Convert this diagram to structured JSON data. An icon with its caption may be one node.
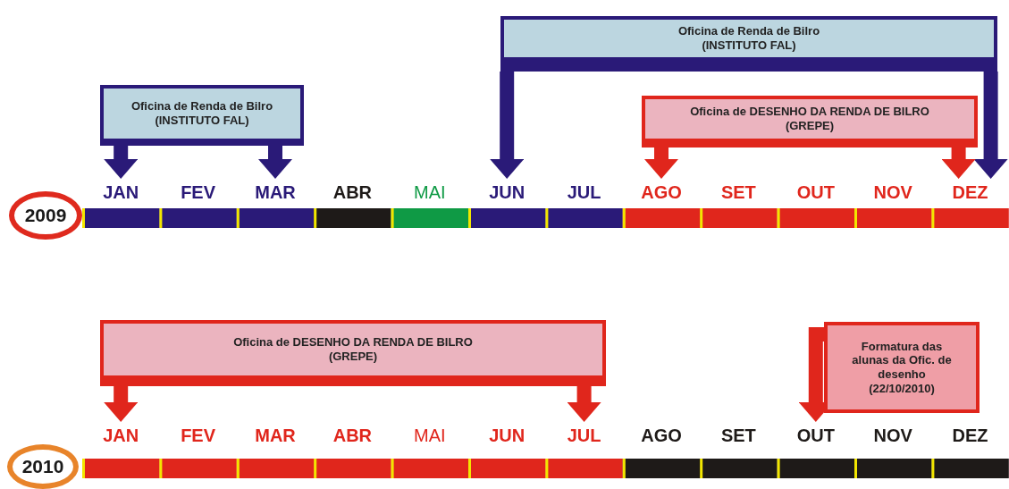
{
  "diagram": {
    "nodes": [
      {
        "text": [
          "Oficina de Renda de Bilro",
          "(INSTITUTO FAL)"
        ]
      },
      {
        "text": [
          "Oficina de Renda de Bilro",
          "(INSTITUTO FAL)"
        ]
      },
      {
        "text": [
          "Oficina de DESENHO DA RENDA DE BILRO",
          "(GREPE)"
        ]
      },
      {
        "text": [
          "2009"
        ]
      },
      {
        "text": [
          "JAN"
        ]
      },
      {
        "text": [
          "FEV"
        ]
      },
      {
        "text": [
          "MAR"
        ]
      },
      {
        "text": [
          "ABR"
        ]
      },
      {
        "text": [
          "MAI"
        ]
      },
      {
        "text": [
          "JUN"
        ]
      },
      {
        "text": [
          "JUL"
        ]
      },
      {
        "text": [
          "AGO"
        ]
      },
      {
        "text": [
          "SET"
        ]
      },
      {
        "text": [
          "OUT"
        ]
      },
      {
        "text": [
          "NOV"
        ]
      },
      {
        "text": [
          "DEZ"
        ]
      },
      {
        "text": [
          "Oficina de DESENHO DA RENDA DE BILRO",
          "(GREPE)"
        ]
      },
      {
        "text": [
          "Formatura das alunas da Ofic. de desenho (22/10/2010)"
        ]
      },
      {
        "text": [
          "2010"
        ]
      },
      {
        "text": [
          "JAN"
        ]
      },
      {
        "text": [
          "FEV"
        ]
      },
      {
        "text": [
          "MAR"
        ]
      },
      {
        "text": [
          "ABR"
        ]
      },
      {
        "text": [
          "MAI"
        ]
      },
      {
        "text": [
          "JUN"
        ]
      },
      {
        "text": [
          "JUL"
        ]
      },
      {
        "text": [
          "AGO"
        ]
      },
      {
        "text": [
          "SET"
        ]
      },
      {
        "text": [
          "OUT"
        ]
      },
      {
        "text": [
          "NOV"
        ]
      },
      {
        "text": [
          "DEZ"
        ]
      }
    ],
    "edges": [
      {
        "from": 1,
        "to": 4,
        "arrow": "to",
        "color": "#2a1a78"
      },
      {
        "from": 1,
        "to": 6,
        "arrow": "to",
        "color": "#2a1a78"
      },
      {
        "from": 0,
        "to": 9,
        "arrow": "to",
        "color": "#2a1a78"
      },
      {
        "from": 0,
        "to": 15,
        "arrow": "to",
        "color": "#2a1a78"
      },
      {
        "from": 2,
        "to": 11,
        "arrow": "to",
        "color": "#e0261c"
      },
      {
        "from": 2,
        "to": 15,
        "arrow": "to",
        "color": "#e0261c"
      },
      {
        "from": 16,
        "to": 19,
        "arrow": "to",
        "color": "#e0261c"
      },
      {
        "from": 16,
        "to": 25,
        "arrow": "to",
        "color": "#e0261c"
      },
      {
        "from": 17,
        "to": 28,
        "arrow": "to",
        "color": "#e0261c"
      }
    ]
  }
}
